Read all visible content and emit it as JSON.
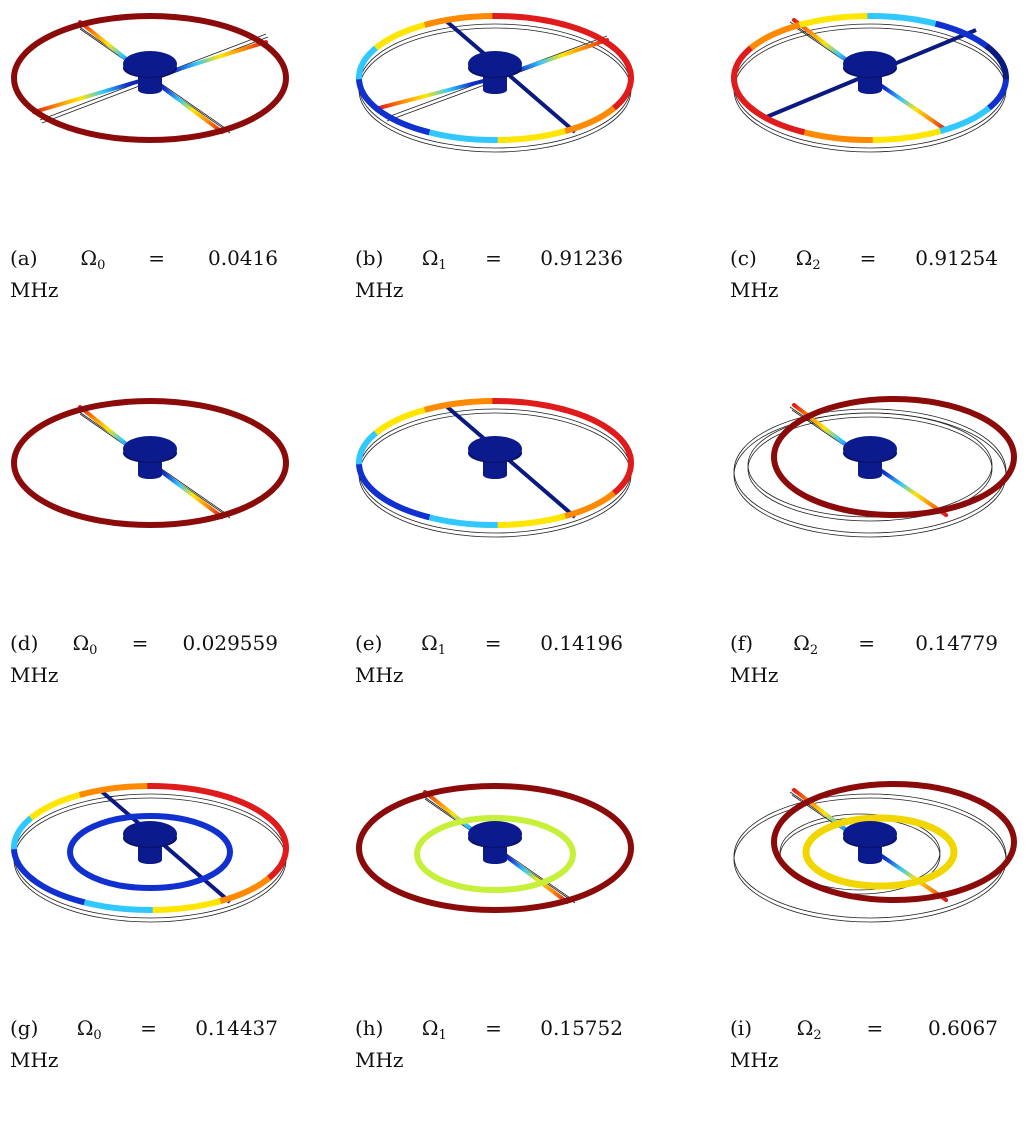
{
  "figure": {
    "panels": [
      {
        "label": "(a)",
        "symbol": "Ω",
        "subscript": "0",
        "eq": "=",
        "value": "0.0416",
        "unit": "MHz",
        "mode": "a"
      },
      {
        "label": "(b)",
        "symbol": "Ω",
        "subscript": "1",
        "eq": "=",
        "value": "0.91236",
        "unit": "MHz",
        "mode": "b"
      },
      {
        "label": "(c)",
        "symbol": "Ω",
        "subscript": "2",
        "eq": "=",
        "value": "0.91254",
        "unit": "MHz",
        "mode": "c"
      },
      {
        "label": "(d)",
        "symbol": "Ω",
        "subscript": "0",
        "eq": "=",
        "value": "0.029559",
        "unit": "MHz",
        "mode": "d"
      },
      {
        "label": "(e)",
        "symbol": "Ω",
        "subscript": "1",
        "eq": "=",
        "value": "0.14196",
        "unit": "MHz",
        "mode": "e"
      },
      {
        "label": "(f)",
        "symbol": "Ω",
        "subscript": "2",
        "eq": "=",
        "value": "0.14779",
        "unit": "MHz",
        "mode": "f"
      },
      {
        "label": "(g)",
        "symbol": "Ω",
        "subscript": "0",
        "eq": "=",
        "value": "0.14437",
        "unit": "MHz",
        "mode": "g"
      },
      {
        "label": "(h)",
        "symbol": "Ω",
        "subscript": "1",
        "eq": "=",
        "value": "0.15752",
        "unit": "MHz",
        "mode": "h"
      },
      {
        "label": "(i)",
        "symbol": "Ω",
        "subscript": "2",
        "eq": "=",
        "value": "0.6067",
        "unit": "MHz",
        "mode": "i"
      }
    ],
    "colors": {
      "dark_red": "#8b0a0a",
      "red": "#e01b1b",
      "orange": "#ff8a00",
      "yellow": "#ffe600",
      "cyan": "#30c8ff",
      "blue": "#1030d0",
      "navy": "#0a1a80",
      "hub": "#0b1a8c",
      "lime": "#c6f03a",
      "gold": "#f2d600"
    }
  }
}
